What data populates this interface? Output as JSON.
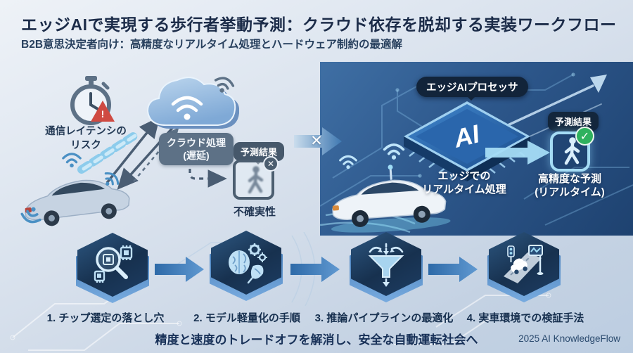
{
  "header": {
    "title": "エッジAIで実現する歩行者挙動予測：クラウド依存を脱却する実装ワークフロー",
    "subtitle": "B2B意思決定者向け：高精度なリアルタイム処理とハードウェア制約の最適解"
  },
  "cloud_flow": {
    "latency_risk": [
      "通信レイテンシの",
      "リスク"
    ],
    "cloud_processing": [
      "クラウド処理",
      "(遅延)"
    ],
    "prediction_badge": "予測結果",
    "uncertainty": "不確実性"
  },
  "edge_flow": {
    "processor_badge": "エッジAIプロセッサ",
    "chip_text": "AI",
    "realtime_processing": [
      "エッジでの",
      "リアルタイム処理"
    ],
    "prediction_badge": "予測結果",
    "high_precision": [
      "高精度な予測",
      "(リアルタイム)"
    ]
  },
  "workflow": {
    "steps": [
      {
        "label": "1. チップ選定の落とし穴",
        "icon": "chip-magnifier-icon"
      },
      {
        "label": "2. モデル軽量化の手順",
        "icon": "brain-gear-feather-icon"
      },
      {
        "label": "3. 推論パイプラインの最適化",
        "icon": "funnel-icon"
      },
      {
        "label": "4. 実車環境での検証手法",
        "icon": "vehicle-road-icon"
      }
    ]
  },
  "footer": {
    "tagline": "精度と速度のトレードオフを解消し、安全な自動運転社会へ",
    "credit": "2025 AI KnowledgeFlow"
  },
  "icons": {
    "check_mark": "✓",
    "x_mark": "✕",
    "warning_mark": "!"
  },
  "colors": {
    "title_text": "#1c2c49",
    "edge_panel_blue": "#2d578b",
    "hexagon_navy": "#17314f",
    "accent_light_blue": "#a5dcf5",
    "slate_label": "#5d7186",
    "dark_badge": "#13263c",
    "success_green": "#2fb15e",
    "warning_red": "#cf4a42",
    "flow_arrow_blue": "#3470ad"
  }
}
